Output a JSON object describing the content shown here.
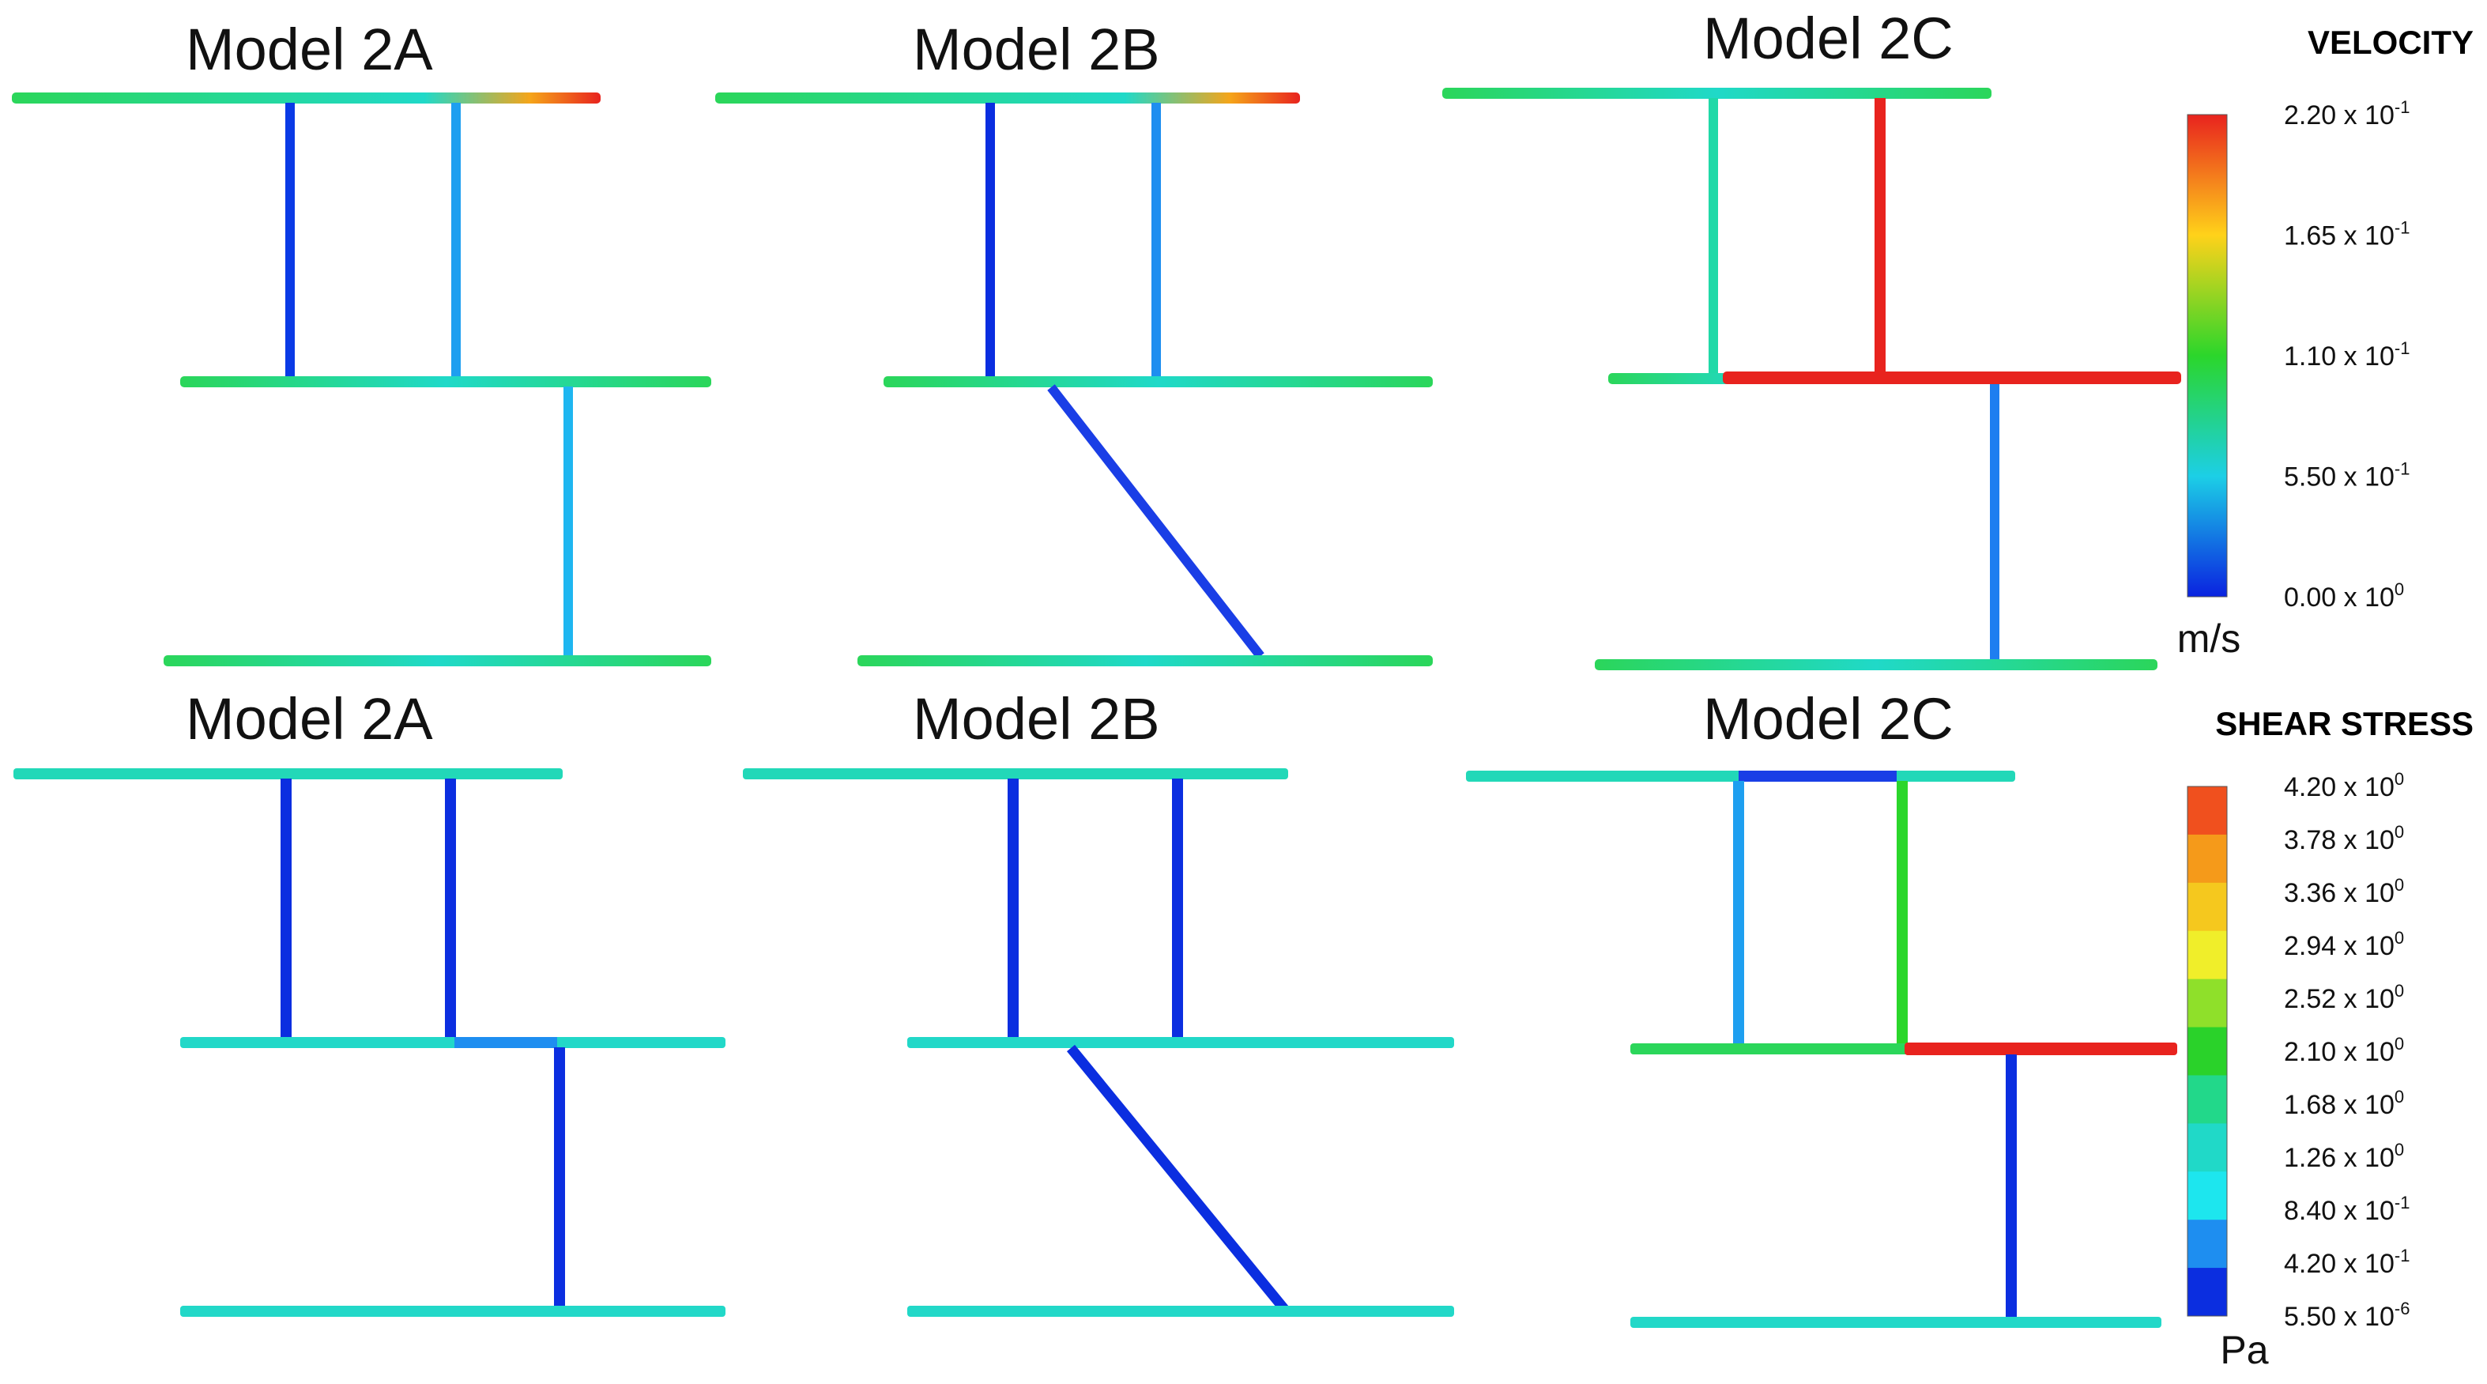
{
  "top_row": {
    "panels": [
      {
        "title": "Model 2A"
      },
      {
        "title": "Model 2B"
      },
      {
        "title": "Model 2C"
      }
    ]
  },
  "bottom_row": {
    "panels": [
      {
        "title": "Model 2A"
      },
      {
        "title": "Model 2B"
      },
      {
        "title": "Model 2C"
      }
    ]
  },
  "velocity_legend": {
    "title": "VELOCITY",
    "unit": "m/s",
    "labels": [
      {
        "mantissa": "2.20 x 10",
        "exponent": "-1"
      },
      {
        "mantissa": "1.65 x 10",
        "exponent": "-1"
      },
      {
        "mantissa": "1.10 x 10",
        "exponent": "-1"
      },
      {
        "mantissa": "5.50 x 10",
        "exponent": "-1"
      },
      {
        "mantissa": "0.00 x 10",
        "exponent": "0"
      }
    ],
    "colors": [
      "#e8231e",
      "#ffd21a",
      "#2bd62b",
      "#1ccfe6",
      "#0a22e0"
    ]
  },
  "shear_legend": {
    "title": "SHEAR STRESS",
    "unit": "Pa",
    "labels": [
      {
        "mantissa": "4.20 x 10",
        "exponent": "0"
      },
      {
        "mantissa": "3.78 x 10",
        "exponent": "0"
      },
      {
        "mantissa": "3.36 x 10",
        "exponent": "0"
      },
      {
        "mantissa": "2.94 x 10",
        "exponent": "0"
      },
      {
        "mantissa": "2.52 x 10",
        "exponent": "0"
      },
      {
        "mantissa": "2.10 x 10",
        "exponent": "0"
      },
      {
        "mantissa": "1.68 x 10",
        "exponent": "0"
      },
      {
        "mantissa": "1.26 x 10",
        "exponent": "0"
      },
      {
        "mantissa": "8.40 x 10",
        "exponent": "-1"
      },
      {
        "mantissa": "4.20 x 10",
        "exponent": "-1"
      },
      {
        "mantissa": "5.50 x 10",
        "exponent": "-6"
      }
    ],
    "colors": [
      "#f0501e",
      "#f59a1a",
      "#f5c81e",
      "#f0ee2a",
      "#8fe02a",
      "#2ad22a",
      "#22d88a",
      "#20d9c8",
      "#1de6ee",
      "#1e8ef0",
      "#0b2ee0"
    ]
  },
  "colors": {
    "low": "#0a22e0",
    "mid_low": "#1e9ff0",
    "mid": "#20d9c8",
    "mid_high": "#2bd62b",
    "high": "#e8231e",
    "warm": "#f5a51a"
  }
}
